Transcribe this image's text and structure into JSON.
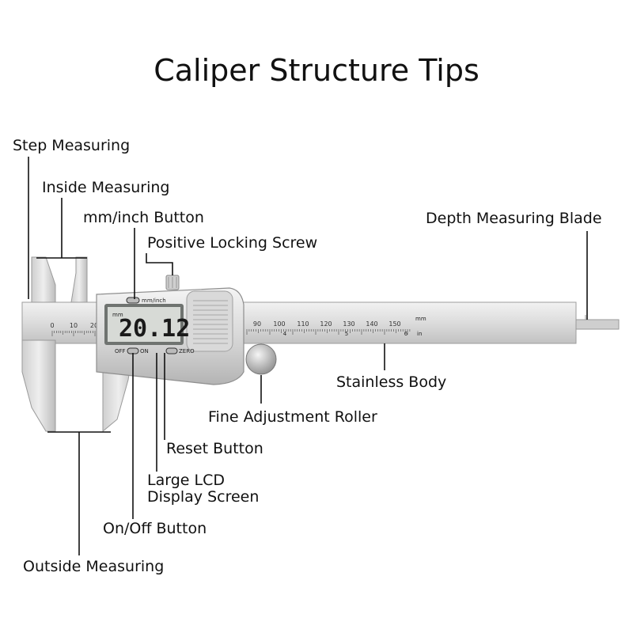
{
  "title": "Caliper Structure Tips",
  "labels": {
    "step_measuring": "Step Measuring",
    "inside_measuring": "Inside Measuring",
    "mm_inch_button": "mm/inch Button",
    "positive_locking_screw": "Positive Locking Screw",
    "depth_measuring_blade": "Depth Measuring Blade",
    "stainless_body": "Stainless Body",
    "fine_adjustment_roller": "Fine Adjustment Roller",
    "reset_button": "Reset Button",
    "large_lcd_line1": "Large LCD",
    "large_lcd_line2": "Display Screen",
    "on_off_button": "On/Off Button",
    "outside_measuring": "Outside Measuring"
  },
  "caliper": {
    "lcd_reading": "20.12",
    "lcd_unit": "mm",
    "btn_mm_inch": "mm/inch",
    "btn_off": "OFF",
    "btn_on": "ON",
    "btn_zero": "ZERO",
    "scale_unit_mm": "mm",
    "scale_unit_in": "in",
    "scale_left": [
      "0",
      "10",
      "20"
    ],
    "scale_right": [
      "90",
      "100",
      "110",
      "120",
      "130",
      "140",
      "150"
    ],
    "inch_marks": [
      "4",
      "5",
      "6"
    ]
  },
  "colors": {
    "steel_light": "#e4e4e4",
    "steel_mid": "#c8c8c8",
    "steel_dark": "#9a9a9a",
    "lcd_bg": "#d7dad6"
  }
}
